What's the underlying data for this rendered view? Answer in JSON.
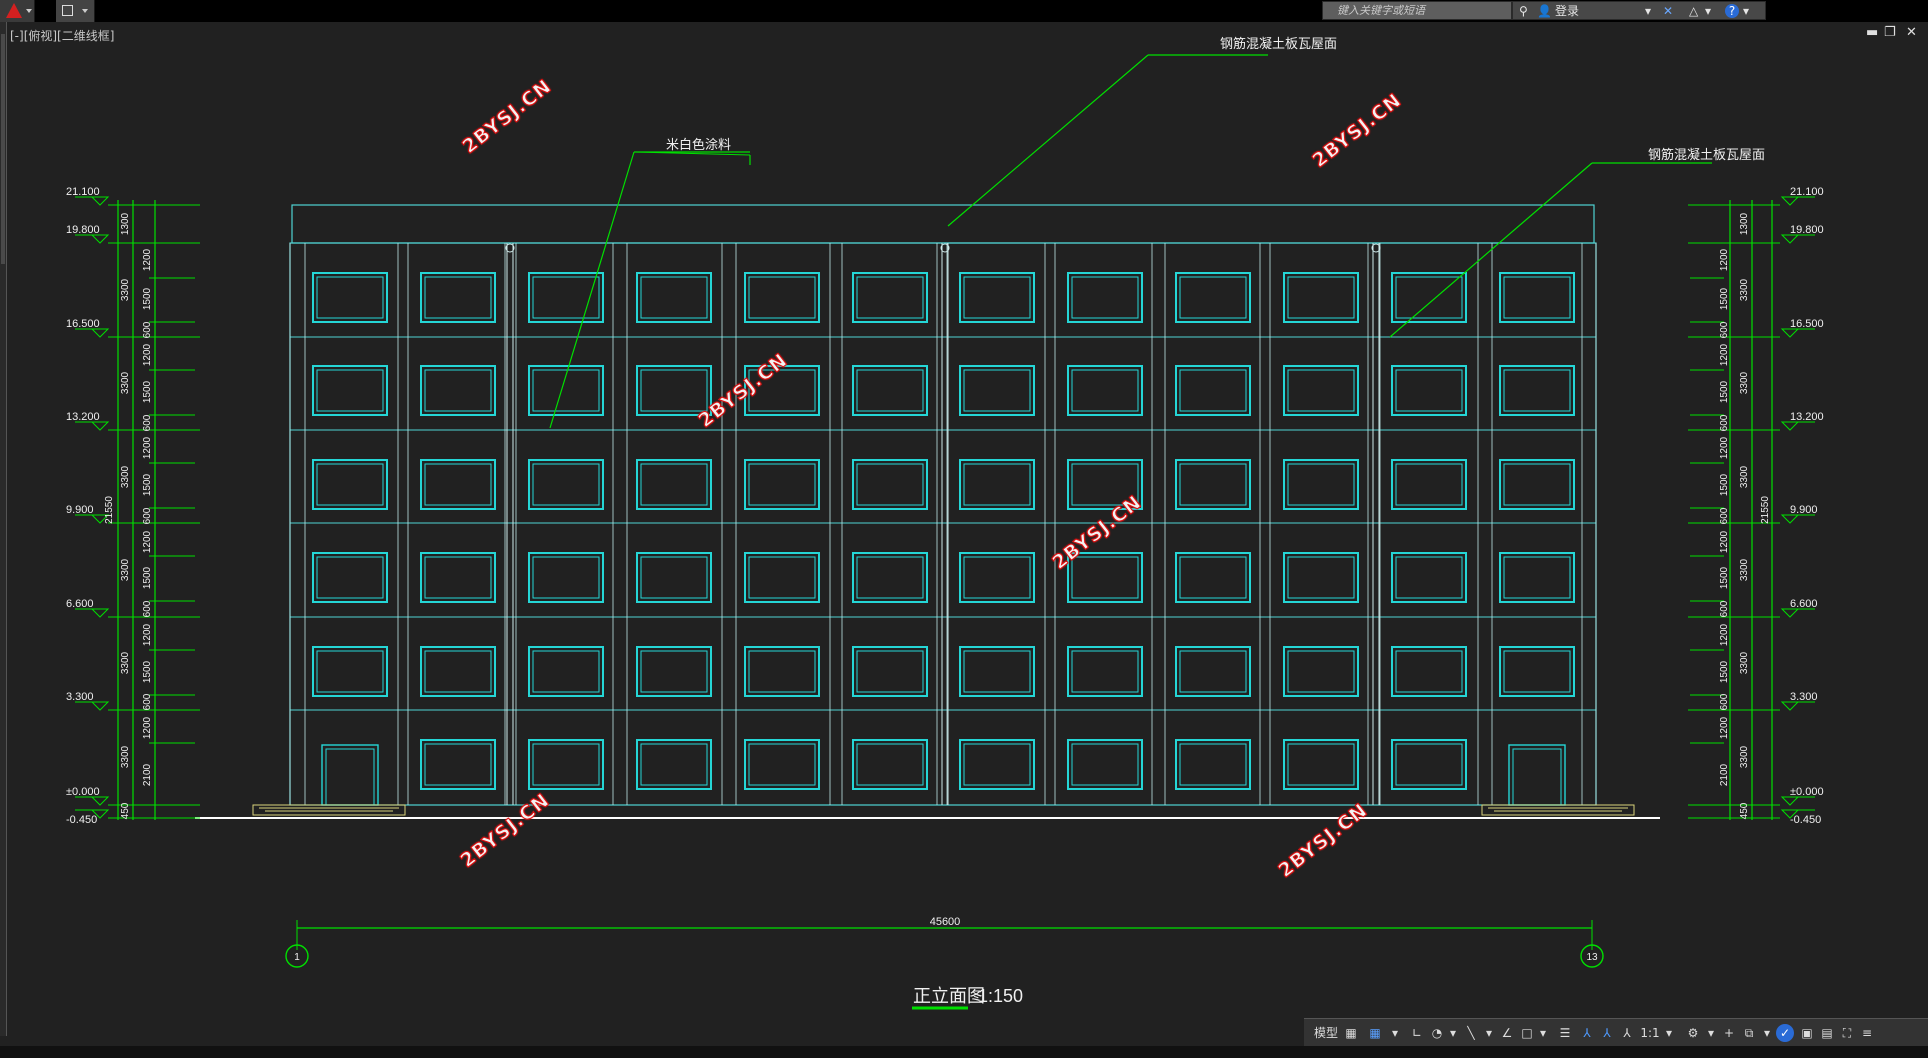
{
  "app": {
    "search_placeholder": "键入关键字或短语",
    "login_label": "登录"
  },
  "viewport": {
    "label": "[-][俯视][二维线框]"
  },
  "window_controls": {
    "minimize": "▬",
    "restore": "❐",
    "close": "✕"
  },
  "drawing": {
    "title": "正立面图",
    "scale": "1:150",
    "total_width_dim": "45600",
    "axis_left": "1",
    "axis_right": "13",
    "callouts": [
      "米白色涂料",
      "钢筋混凝土板瓦屋面",
      "钢筋混凝土板瓦屋面"
    ],
    "elevation_marks": [
      "21.100",
      "19.800",
      "16.500",
      "13.200",
      "9.900",
      "6.600",
      "3.300",
      "±0.000",
      "-0.450"
    ],
    "elevation_marks_right": [
      "21.100",
      "19.800",
      "16.500",
      "13.200",
      "9.900",
      "6.600",
      "3.300",
      "±0.000",
      "-0.450"
    ],
    "overall_height": "21550",
    "floor_dims": [
      "1300",
      "3300",
      "3300",
      "3300",
      "3300",
      "3300",
      "3300",
      "450"
    ],
    "detail_dims": [
      "1200",
      "1500",
      "600",
      "1200",
      "1500",
      "600",
      "1200",
      "1500",
      "600",
      "1200",
      "1500",
      "600",
      "1200",
      "1500",
      "600",
      "1200",
      "2100"
    ],
    "watermark": "2BYSJ.CN",
    "colors": {
      "line": "#00e000",
      "facade": "#4fd3d3",
      "window": "#25d6d6",
      "text": "#f0f0f0"
    }
  },
  "statusbar": {
    "model_label": "模型",
    "scale_label": "1:1"
  }
}
